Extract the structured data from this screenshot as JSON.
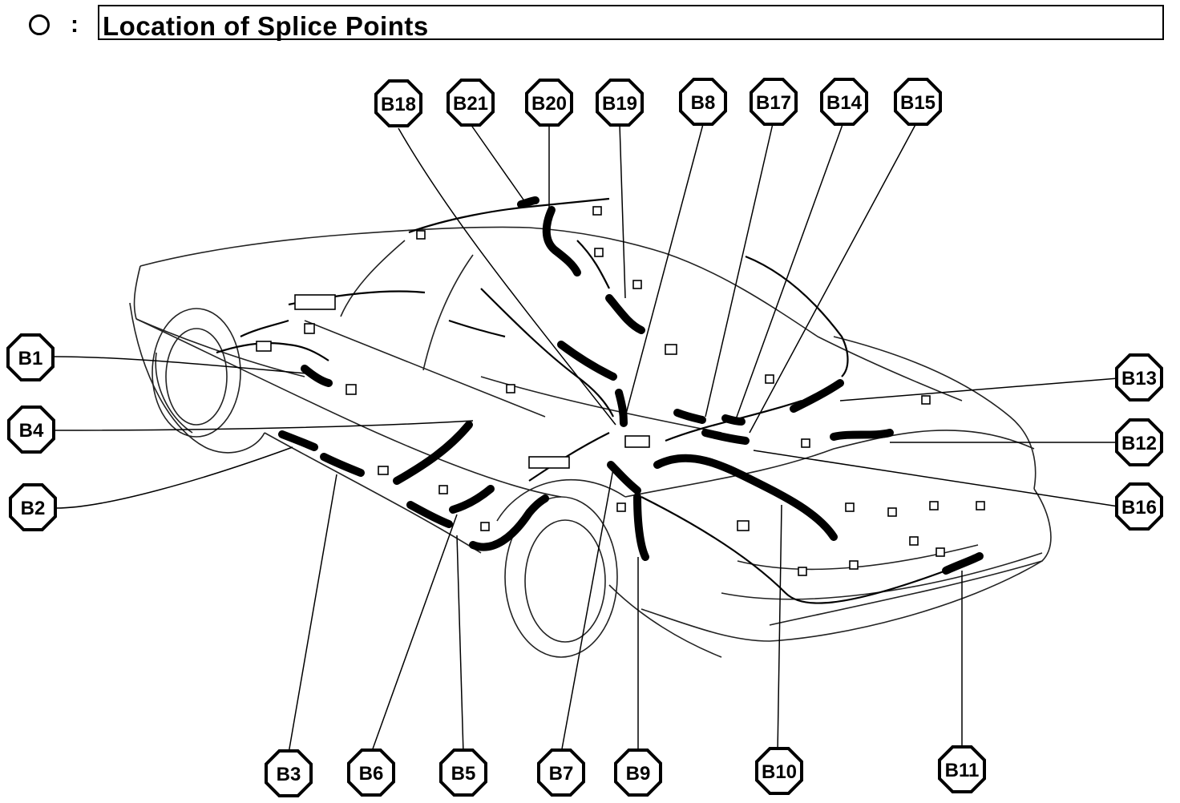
{
  "header": {
    "legend_symbol": "circle-outline-icon",
    "separator": ":",
    "title": "Location of Splice Points"
  },
  "splice_labels": [
    {
      "id": "b1",
      "text": "B1"
    },
    {
      "id": "b2",
      "text": "B2"
    },
    {
      "id": "b3",
      "text": "B3"
    },
    {
      "id": "b4",
      "text": "B4"
    },
    {
      "id": "b5",
      "text": "B5"
    },
    {
      "id": "b6",
      "text": "B6"
    },
    {
      "id": "b7",
      "text": "B7"
    },
    {
      "id": "b8",
      "text": "B8"
    },
    {
      "id": "b9",
      "text": "B9"
    },
    {
      "id": "b10",
      "text": "B10"
    },
    {
      "id": "b11",
      "text": "B11"
    },
    {
      "id": "b12",
      "text": "B12"
    },
    {
      "id": "b13",
      "text": "B13"
    },
    {
      "id": "b14",
      "text": "B14"
    },
    {
      "id": "b15",
      "text": "B15"
    },
    {
      "id": "b16",
      "text": "B16"
    },
    {
      "id": "b17",
      "text": "B17"
    },
    {
      "id": "b18",
      "text": "B18"
    },
    {
      "id": "b19",
      "text": "B19"
    },
    {
      "id": "b20",
      "text": "B20"
    },
    {
      "id": "b21",
      "text": "B21"
    }
  ]
}
